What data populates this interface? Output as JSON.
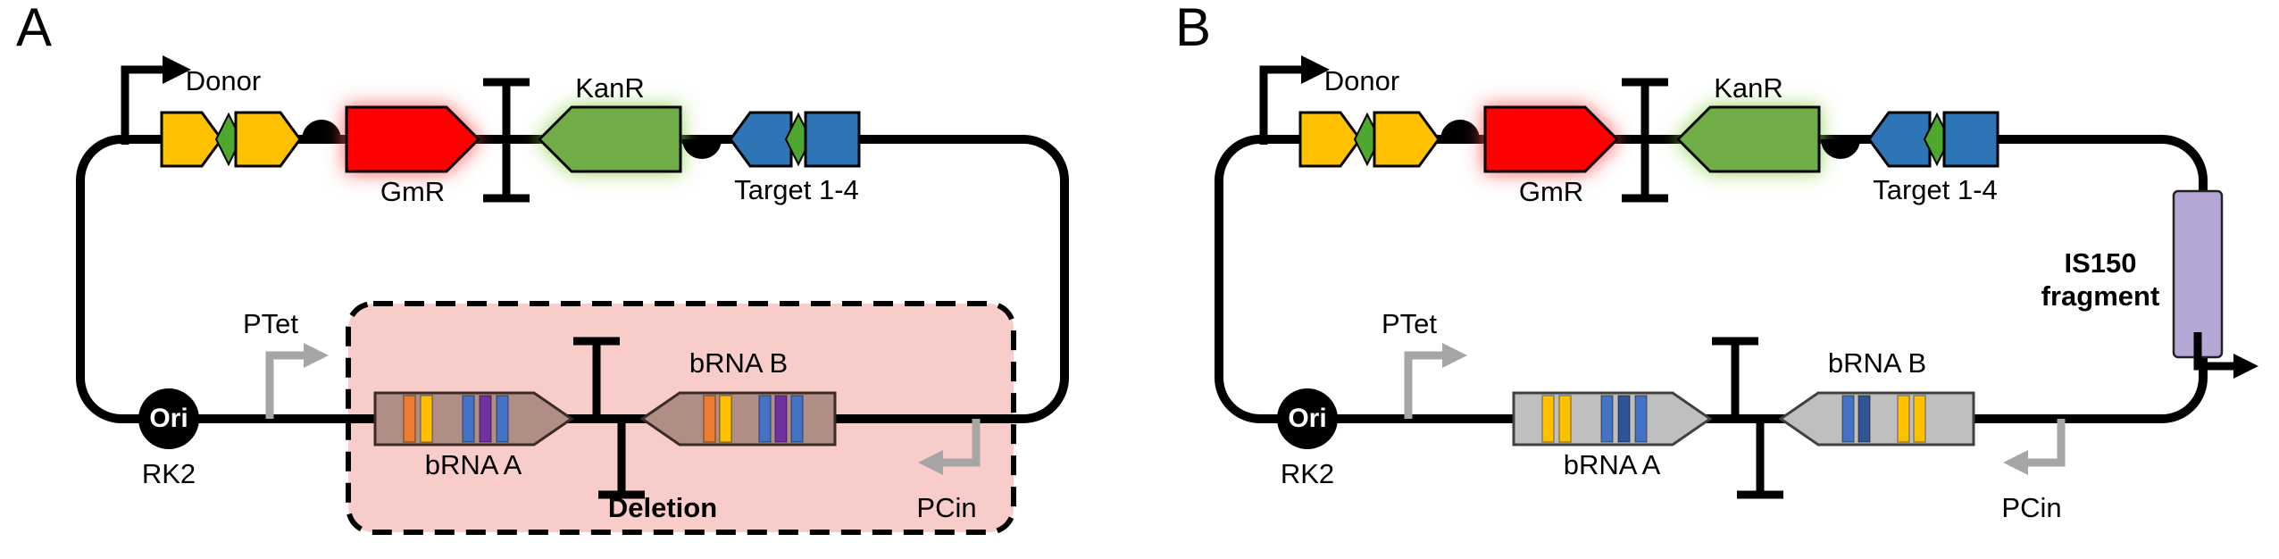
{
  "labels": {
    "panel_a": "A",
    "panel_b": "B",
    "donor": "Donor",
    "gmr": "GmR",
    "kanr": "KanR",
    "target": "Target 1-4",
    "ori": "Ori",
    "rk2": "RK2",
    "ptet": "PTet",
    "brna_a": "bRNA A",
    "brna_b": "bRNA B",
    "deletion": "Deletion",
    "pcin": "PCin",
    "is150_fragment": "IS150 fragment"
  },
  "icons": {
    "promoter": "bent-arrow",
    "terminator": "T-bar",
    "rbs": "half-circle",
    "origin": "filled-circle",
    "insulator": "diamond"
  },
  "colors": {
    "backbone": "#000000",
    "donor_yellow": "#FFC000",
    "insulator_green": "#4EA72E",
    "gmr_red": "#FF0000",
    "gmr_glow": "#FF5050",
    "kanr_green": "#70AD47",
    "kanr_glow": "#8FD14F",
    "target_blue": "#2E75B6",
    "brna_a_body": "#B08E85",
    "brna_b_body": "#BFBFBF",
    "stripe_gold": "#FFC000",
    "stripe_orange": "#ED7D31",
    "stripe_blue": "#4472C4",
    "stripe_navy": "#2F5597",
    "stripe_purple": "#7030A0",
    "deletion_fill": "#F8CCC8",
    "is150_purple": "#B4A7D6",
    "promoter_gray": "#A6A6A6"
  }
}
